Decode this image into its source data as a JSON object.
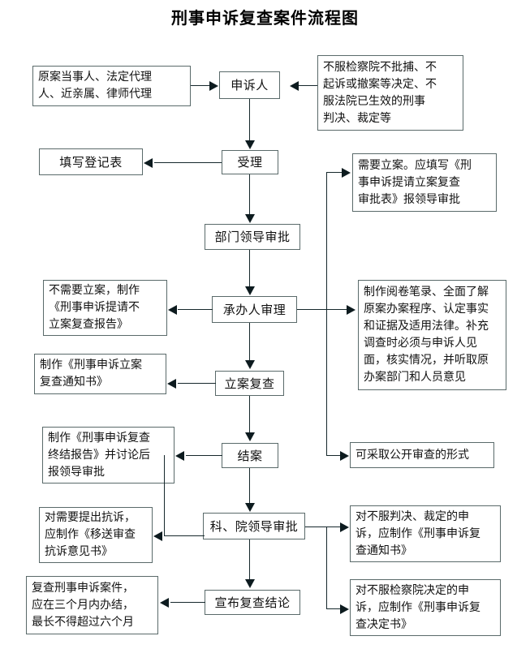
{
  "title": "刑事申诉复查案件流程图",
  "nodes": {
    "applicants": "原案当事人、法定代理\n人、近亲属、律师代理",
    "appellant": "申诉人",
    "grounds": "不服检察院不批捕、不\n起诉或撤案等决定、不\n服法院已生效的刑事\n判决、裁定等",
    "accept": "受理",
    "register_form": "填写登记表",
    "need_case": "需要立案。应填写《刑\n事申诉提请立案复查\n审批表》报领导审批",
    "dept_approval": "部门领导审批",
    "handler_review": "承办人审理",
    "no_case": "不需要立案，制作\n《刑事申诉提请不\n立案复查报告》",
    "review_detail": "制作阅卷笔录、全面了解\n原案办案程序、认定事实\n和证据及适用法律。补充\n调查时必须与申诉人见\n面，核实情况，并听取原\n办案部门和人员意见",
    "filing_review": "立案复查",
    "filing_notice": "制作《刑事申诉立案\n复查通知书》",
    "close_case": "结案",
    "final_report": "制作《刑事申诉复查\n终结报告》并讨论后\n报领导审批",
    "public_review": "可采取公开审查的形式",
    "leader_approval": "科、院领导审批",
    "protest_doc": "对需要提出抗诉，\n应制作《移送审查\n抗诉意见书》",
    "verdict_notice": "对不服判决、裁定的申\n诉，应制作《刑事申诉复\n查通知书》",
    "announce": "宣布复查结论",
    "procuratorate_decision": "对不服检察院决定的申\n诉，应制作《刑事申诉复\n查决定书》",
    "time_limit": "复查刑事申诉案件，\n应在三个月内办结，\n最长不得超过六个月"
  },
  "colors": {
    "border": "#5a6a6a",
    "line": "#16282c",
    "text": "#111111",
    "background": "#ffffff"
  }
}
